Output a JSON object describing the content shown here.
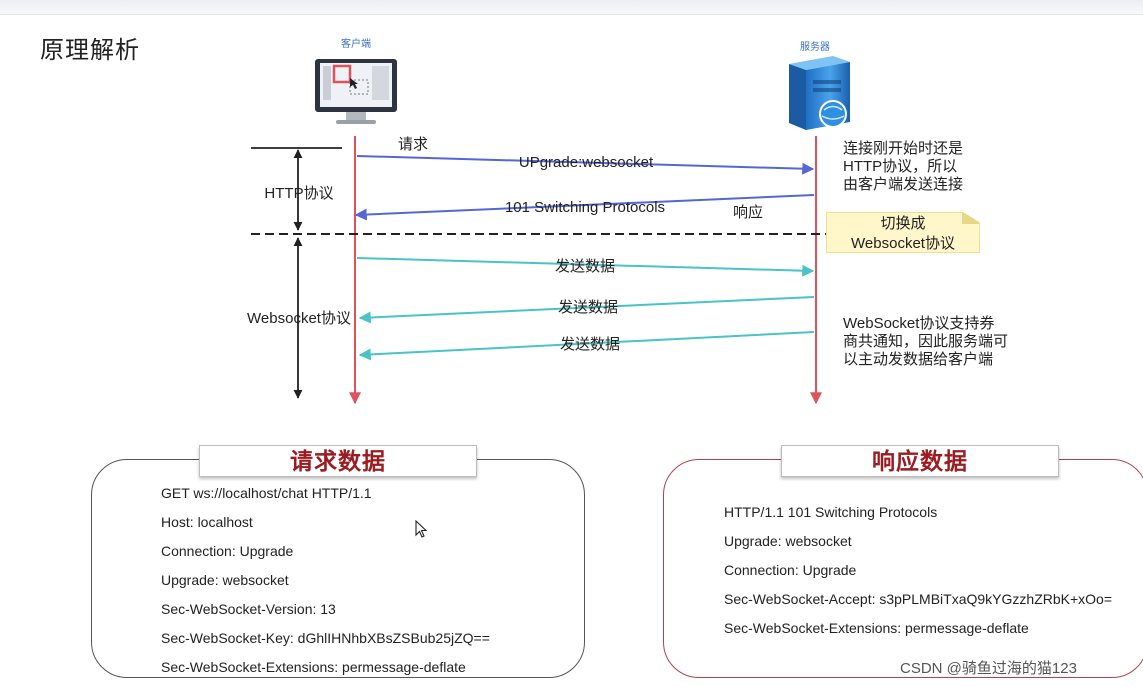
{
  "page_title": "原理解析",
  "client": {
    "label": "客户端"
  },
  "server": {
    "label": "服务器"
  },
  "phases": {
    "http": "HTTP协议",
    "websocket": "Websocket协议"
  },
  "messages": {
    "request_label": "请求",
    "upgrade": "UPgrade:websocket",
    "switching": "101 Switching Protocols",
    "response_label": "响应",
    "send_1": "发送数据",
    "send_2": "发送数据",
    "send_3": "发送数据"
  },
  "notes": {
    "server_line1": "连接刚开始时还是",
    "server_line2": "HTTP协议，所以",
    "server_line3": "由客户端发送连接",
    "switch_line1": "切换成",
    "switch_line2": "Websocket协议",
    "push_line1": "WebSocket协议支持券",
    "push_line2": "商共通知，因此服务端可",
    "push_line3": "以主动发数据给客户端"
  },
  "request_panel": {
    "title": "请求数据",
    "lines": [
      "GET ws://localhost/chat HTTP/1.1",
      "Host: localhost",
      "Connection: Upgrade",
      "Upgrade: websocket",
      "Sec-WebSocket-Version: 13",
      "Sec-WebSocket-Key: dGhlIHNhbXBsZSBub25jZQ==",
      "Sec-WebSocket-Extensions: permessage-deflate"
    ]
  },
  "response_panel": {
    "title": "响应数据",
    "lines": [
      "HTTP/1.1 101 Switching Protocols",
      "Upgrade: websocket",
      "Connection: Upgrade",
      "Sec-WebSocket-Accept: s3pPLMBiTxaQ9kYGzzhZRbK+xOo=",
      "Sec-WebSocket-Extensions: permessage-deflate"
    ]
  },
  "watermark": "CSDN @骑鱼过海的猫123",
  "colors": {
    "lifeline": "#e0525b",
    "http_arrow": "#5566d8",
    "ws_arrow": "#48c3c6",
    "panel_title": "#9b1b20",
    "response_border": "#b0434c"
  }
}
